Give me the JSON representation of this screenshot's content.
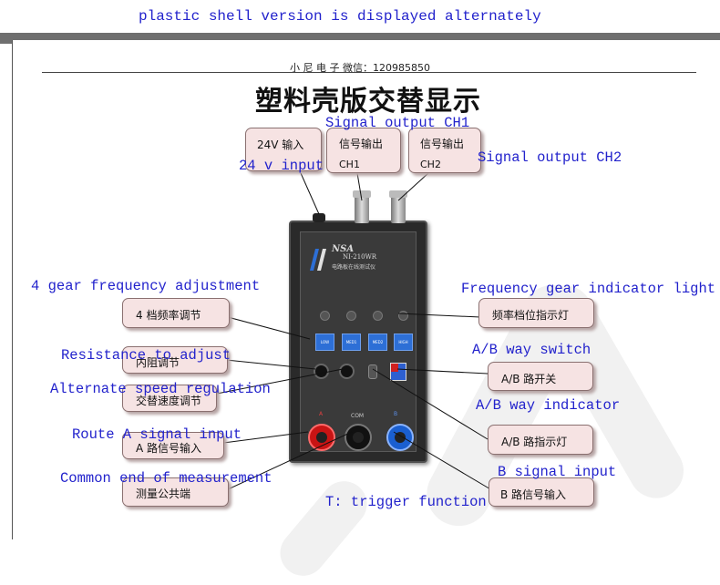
{
  "banner": "plastic shell version is displayed alternately",
  "header_text": "小 尼 电 子   微信：120985850",
  "big_title": "塑料壳版交替显示",
  "device": {
    "brand": "NSA",
    "model": "NI-210WR",
    "subtitle": "电路板在线测试仪",
    "buttons": [
      "LOW",
      "MED1",
      "MED2",
      "HIGH"
    ],
    "jacks": [
      "A",
      "COM",
      "B"
    ]
  },
  "labels": {
    "signal_output_ch1_en": "Signal output CH1",
    "signal_output_ch2_en": "Signal output CH2",
    "input_24v_en": "24 v input",
    "freq_adjust_en": "4 gear frequency adjustment",
    "freq_indicator_en": "Frequency gear indicator light",
    "resistance_en": "Resistance to adjust",
    "ab_switch_en": "A/B way switch",
    "alt_speed_en": "Alternate speed regulation",
    "ab_indicator_en": "A/B way indicator",
    "route_a_en": "Route A signal input",
    "b_signal_en": "B signal input",
    "common_end_en": "Common end of measurement",
    "trigger_en": "T: trigger function"
  },
  "callouts": {
    "input_24v": "24V 输入",
    "ch1_line1": "信号输出",
    "ch1_line2": "CH1",
    "ch2_line1": "信号输出",
    "ch2_line2": "CH2",
    "freq_adjust": "4 档频率调节",
    "freq_indicator": "频率档位指示灯",
    "resistance": "内阻调节",
    "ab_switch": "A/B 路开关",
    "alt_speed": "交替速度调节",
    "ab_indicator": "A/B 路指示灯",
    "route_a": "A 路信号输入",
    "common_end": "测量公共端",
    "b_signal": "B 路信号输入"
  },
  "colors": {
    "annotation_blue": "#2222cc",
    "callout_fill": "#f6e3e3",
    "button_blue": "#2d6fd6",
    "jack_red": "#c81414",
    "jack_black": "#111111",
    "jack_blue": "#1a5fd0"
  }
}
